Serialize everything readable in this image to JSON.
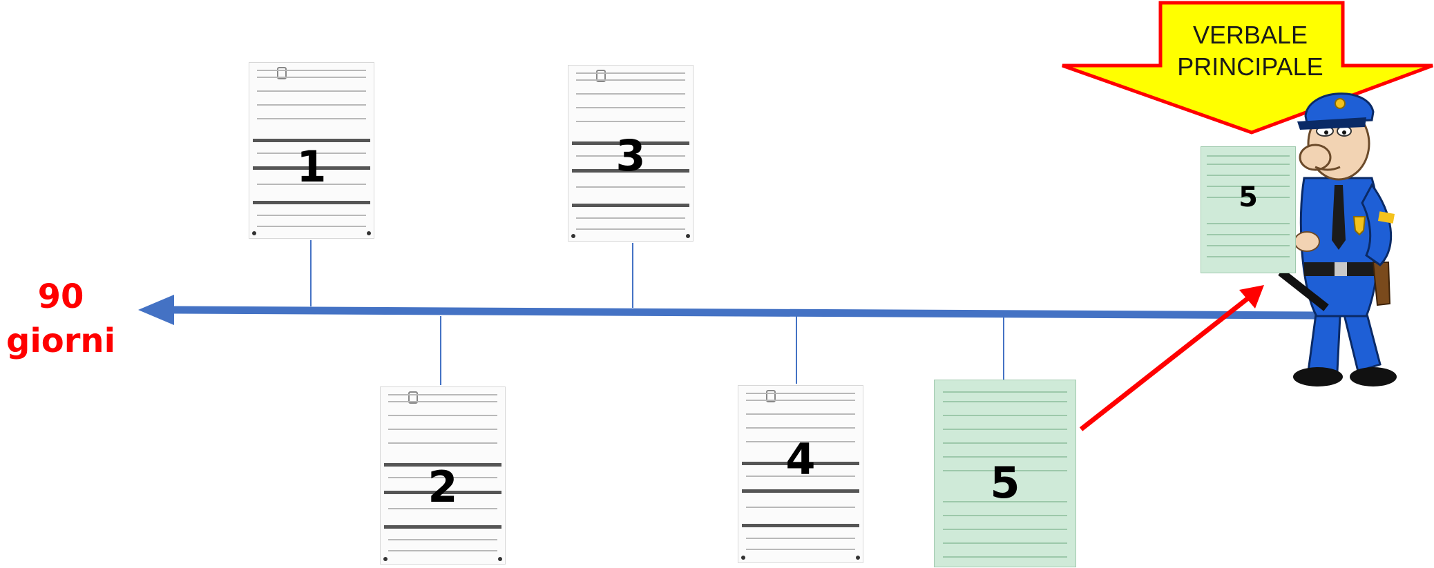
{
  "axis": {
    "label_value": "90",
    "label_unit": "giorni",
    "arrow_color": "#4472c4",
    "label_color": "#ff0000"
  },
  "documents": [
    {
      "id": 1,
      "number": "1",
      "kind": "form"
    },
    {
      "id": 2,
      "number": "2",
      "kind": "form"
    },
    {
      "id": 3,
      "number": "3",
      "kind": "form"
    },
    {
      "id": 4,
      "number": "4",
      "kind": "form"
    },
    {
      "id": 5,
      "number": "5",
      "kind": "green-form"
    }
  ],
  "highlighted_document": {
    "number": "5",
    "kind": "green-form"
  },
  "banner": {
    "line1": "VERBALE",
    "line2": "PRINCIPALE",
    "fill": "#ffff00",
    "border": "#ff0000"
  },
  "pointer_arrow_color": "#ff0000",
  "icons": [
    "police-officer-icon"
  ]
}
